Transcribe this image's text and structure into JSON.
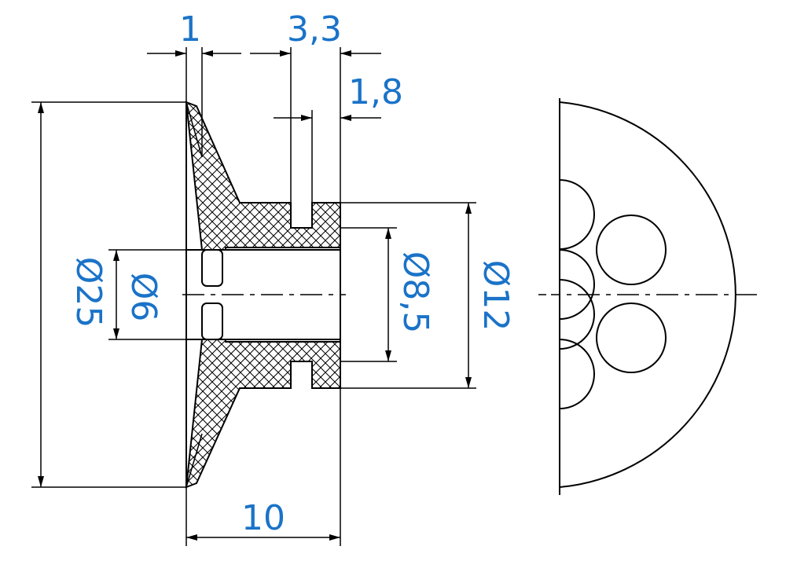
{
  "drawing": {
    "dimensions": {
      "flange_thickness": "1",
      "groove_offset": "3,3",
      "groove_width": "1,8",
      "overall_length": "10",
      "outer_diameter": "Ø25",
      "bore_diameter": "Ø6",
      "groove_diameter": "Ø8,5",
      "stem_diameter": "Ø12"
    },
    "colors": {
      "line": "#000000",
      "dimension_text": "#1a73c8",
      "background": "#ffffff"
    }
  }
}
